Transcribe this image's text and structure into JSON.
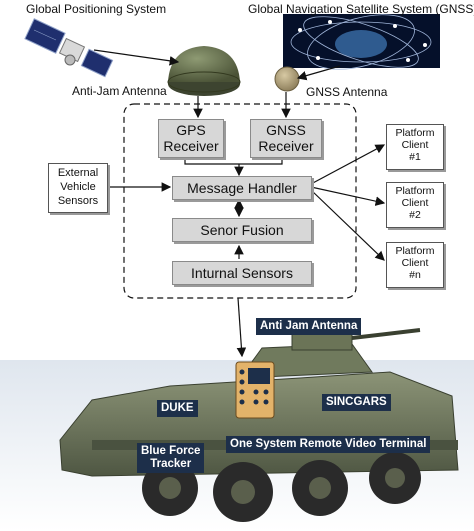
{
  "labels": {
    "gps_title": "Global Positioning System",
    "gnss_title": "Global Navigation Satellite System (GNSS)",
    "anti_jam_antenna": "Anti-Jam Antenna",
    "gnss_antenna": "GNSS Antenna"
  },
  "core": {
    "gps_receiver": [
      "GPS",
      "Receiver"
    ],
    "gnss_receiver": [
      "GNSS",
      "Receiver"
    ],
    "message_handler": "Message Handler",
    "sensor_fusion": "Senor Fusion",
    "internal_sensors": "Inturnal Sensors"
  },
  "external_sensors": [
    "External",
    "Vehicle",
    "Sensors"
  ],
  "clients": [
    [
      "Platform",
      "Client",
      "#1"
    ],
    [
      "Platform",
      "Client",
      "#2"
    ],
    [
      "Platform",
      "Client",
      "#n"
    ]
  ],
  "vehicle_callouts": {
    "anti_jam_antenna": "Anti Jam Antenna",
    "duke": "DUKE",
    "sincgars": "SINCGARS",
    "blue_force_tracker": [
      "Blue Force",
      "Tracker"
    ],
    "osrvt": "One System Remote Video Terminal"
  }
}
